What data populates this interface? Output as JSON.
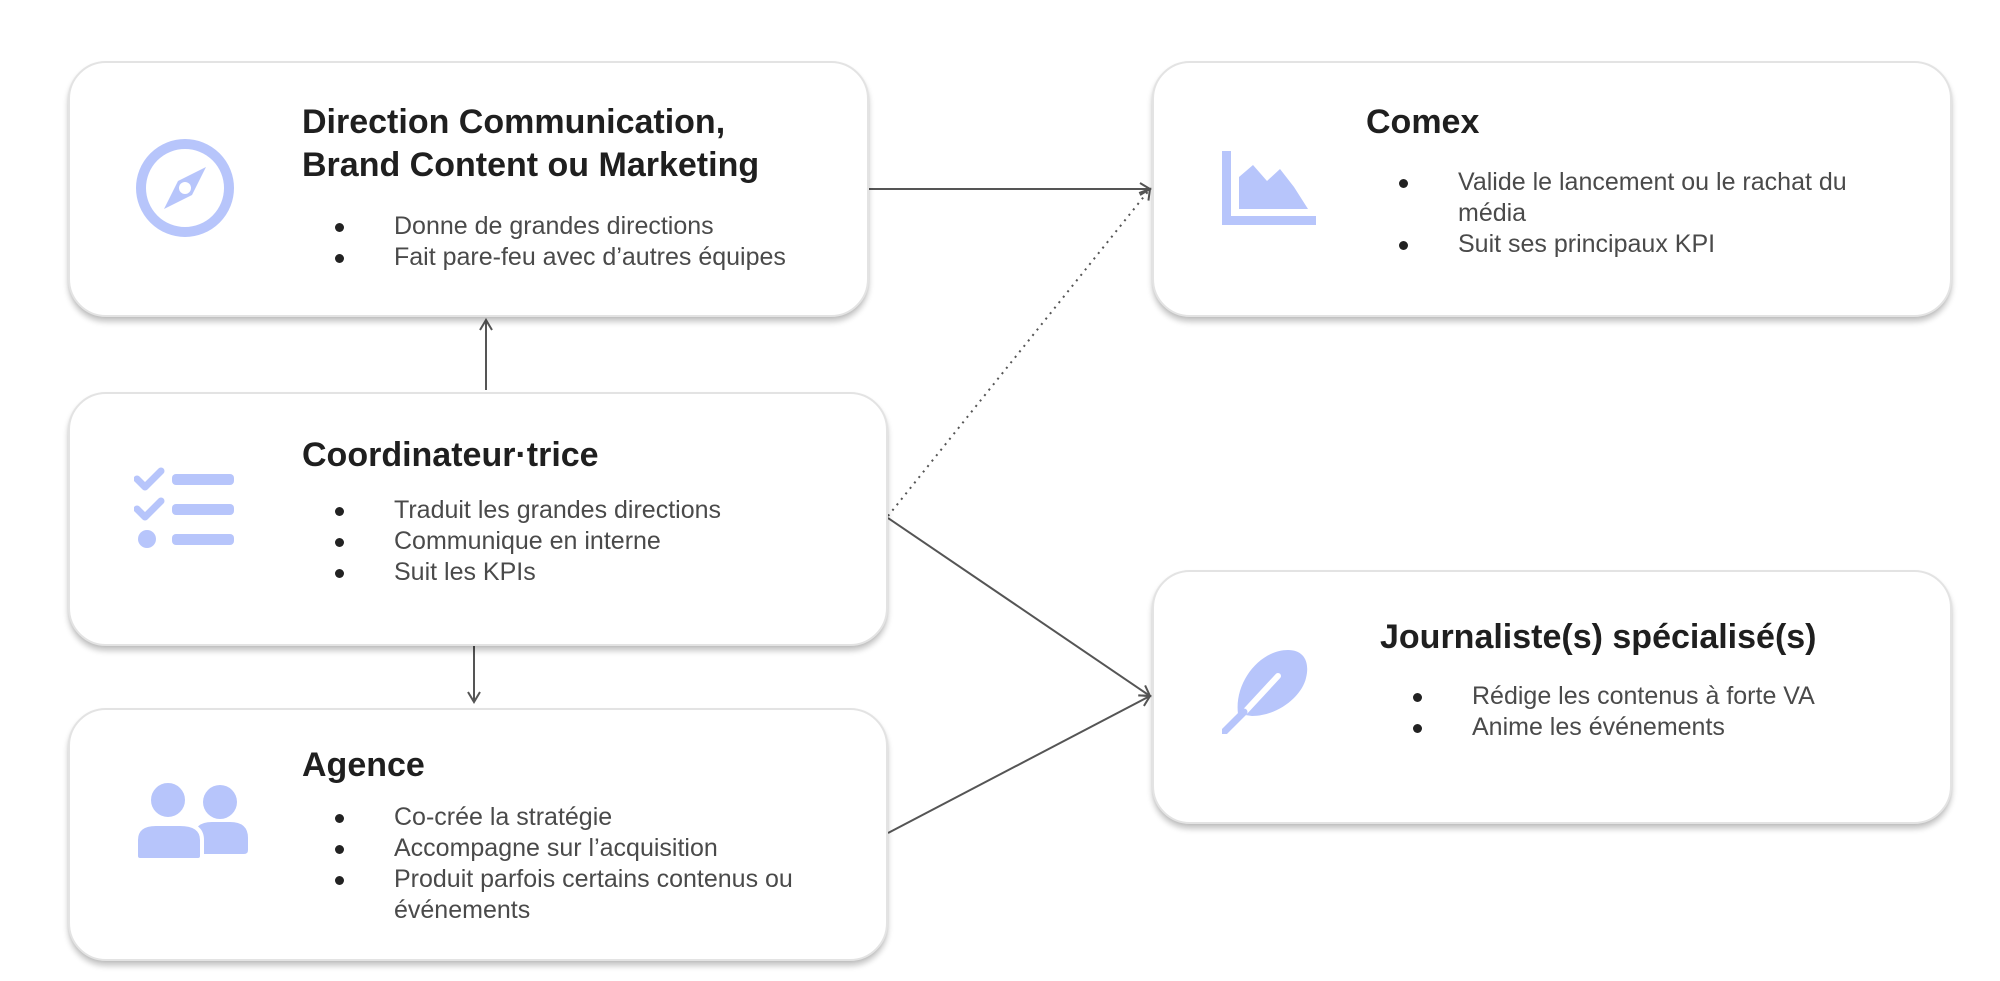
{
  "nodes": {
    "direction": {
      "icon": "compass-icon",
      "title_line1": "Direction Communication,",
      "title_line2": "Brand Content ou Marketing",
      "items": [
        "Donne de grandes directions",
        "Fait pare-feu avec d’autres équipes"
      ]
    },
    "coordinateur": {
      "icon": "checklist-icon",
      "title": "Coordinateur·trice",
      "items": [
        "Traduit les grandes directions",
        "Communique en interne",
        "Suit les KPIs"
      ]
    },
    "agence": {
      "icon": "users-icon",
      "title": "Agence",
      "items": [
        "Co-crée la stratégie",
        "Accompagne sur l’acquisition",
        "Produit parfois certains contenus ou événements"
      ]
    },
    "comex": {
      "icon": "area-chart-icon",
      "title": "Comex",
      "items": [
        "Valide le lancement ou le rachat du média",
        "Suit ses principaux KPI"
      ]
    },
    "journaliste": {
      "icon": "feather-icon",
      "title": "Journaliste(s) spécialisé(s)",
      "items": [
        "Rédige les contenus à forte VA",
        "Anime les événements"
      ]
    }
  },
  "edges": [
    {
      "from": "coordinateur",
      "to": "direction",
      "style": "solid"
    },
    {
      "from": "coordinateur",
      "to": "agence",
      "style": "solid"
    },
    {
      "from": "direction",
      "to": "comex",
      "style": "solid"
    },
    {
      "from": "coordinateur",
      "to": "comex",
      "style": "dotted"
    },
    {
      "from": "coordinateur",
      "to": "journaliste",
      "style": "solid"
    },
    {
      "from": "agence",
      "to": "journaliste",
      "style": "solid"
    }
  ],
  "colors": {
    "icon": "#b7c5fb",
    "title": "#1f1f1f",
    "text": "#4a4a4a",
    "connector": "#555555",
    "card_border": "#e3e3e3"
  }
}
